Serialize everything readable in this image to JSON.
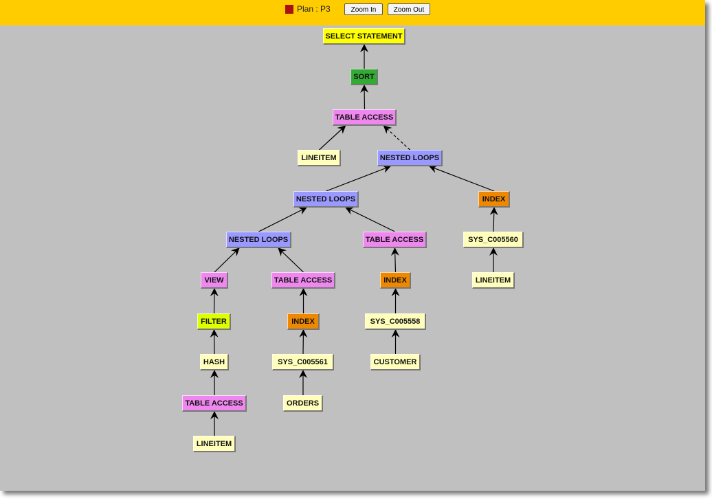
{
  "header": {
    "plan_label": "Plan : P3",
    "zoom_in_label": "Zoom In",
    "zoom_out_label": "Zoom Out",
    "plan_color": "#aa1111"
  },
  "colors": {
    "statement": "#ffff00",
    "sort": "#33aa33",
    "table_access": "#ee88ee",
    "object": "#ffffbb",
    "nested_loops": "#9999ff",
    "index": "#ee8800",
    "filter": "#ddff00",
    "view": "#ee88ee",
    "hash": "#ffffbb"
  },
  "nodes": [
    {
      "label": "SELECT STATEMENT",
      "kind": "statement",
      "parent": null
    },
    {
      "label": "SORT",
      "kind": "sort",
      "parent": 0
    },
    {
      "label": "TABLE ACCESS",
      "kind": "table_access",
      "parent": 1
    },
    {
      "label": "LINEITEM",
      "kind": "object",
      "parent": 2
    },
    {
      "label": "NESTED LOOPS",
      "kind": "nested_loops",
      "parent": 2,
      "dashed": true
    },
    {
      "label": "NESTED LOOPS",
      "kind": "nested_loops",
      "parent": 4
    },
    {
      "label": "INDEX",
      "kind": "index",
      "parent": 4
    },
    {
      "label": "NESTED LOOPS",
      "kind": "nested_loops",
      "parent": 5
    },
    {
      "label": "TABLE ACCESS",
      "kind": "table_access",
      "parent": 5
    },
    {
      "label": "SYS_C005560",
      "kind": "object",
      "parent": 6
    },
    {
      "label": "VIEW",
      "kind": "view",
      "parent": 7
    },
    {
      "label": "TABLE ACCESS",
      "kind": "table_access",
      "parent": 7
    },
    {
      "label": "INDEX",
      "kind": "index",
      "parent": 8
    },
    {
      "label": "LINEITEM",
      "kind": "object",
      "parent": 9
    },
    {
      "label": "FILTER",
      "kind": "filter",
      "parent": 10
    },
    {
      "label": "INDEX",
      "kind": "index",
      "parent": 11
    },
    {
      "label": "SYS_C005558",
      "kind": "object",
      "parent": 12
    },
    {
      "label": "HASH",
      "kind": "hash",
      "parent": 14
    },
    {
      "label": "SYS_C005561",
      "kind": "object",
      "parent": 15
    },
    {
      "label": "CUSTOMER",
      "kind": "object",
      "parent": 16
    },
    {
      "label": "TABLE ACCESS",
      "kind": "table_access",
      "parent": 17
    },
    {
      "label": "ORDERS",
      "kind": "object",
      "parent": 18
    },
    {
      "label": "LINEITEM",
      "kind": "object",
      "parent": 20
    }
  ]
}
